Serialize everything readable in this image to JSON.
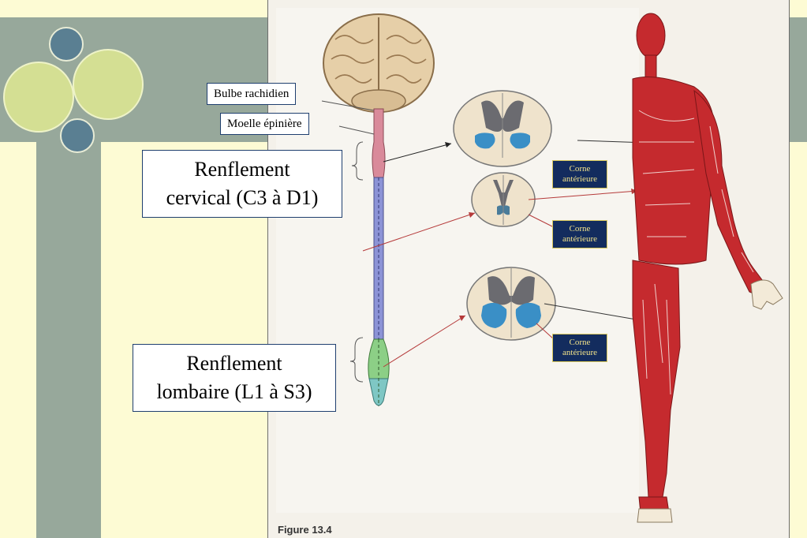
{
  "labels": {
    "bulbe": "Bulbe rachidien",
    "moelle": "Moelle épinière",
    "cervical_line1": "Renflement",
    "cervical_line2": "cervical  (C3 à D1)",
    "lombaire_line1": "Renflement",
    "lombaire_line2": "lombaire  (L1 à S3)"
  },
  "corne_labels": [
    {
      "line1": "Corne",
      "line2": "antérieure"
    },
    {
      "line1": "Corne",
      "line2": "antérieure"
    },
    {
      "line1": "Corne",
      "line2": "antérieure"
    }
  ],
  "figure_caption": "Figure 13.4",
  "colors": {
    "background": "#fdfbd4",
    "sage": "#97a89b",
    "circle_dark": "#5a7f92",
    "circle_light": "#d4df93",
    "label_dark_bg": "#132c5e",
    "label_dark_text": "#f2e28a",
    "cord_cervical": "#d98a9a",
    "cord_thoracic": "#8c93d6",
    "cord_lumbar": "#8ccf86",
    "anterior_horn": "#3a8fc6",
    "muscle": "#c52a2e"
  }
}
